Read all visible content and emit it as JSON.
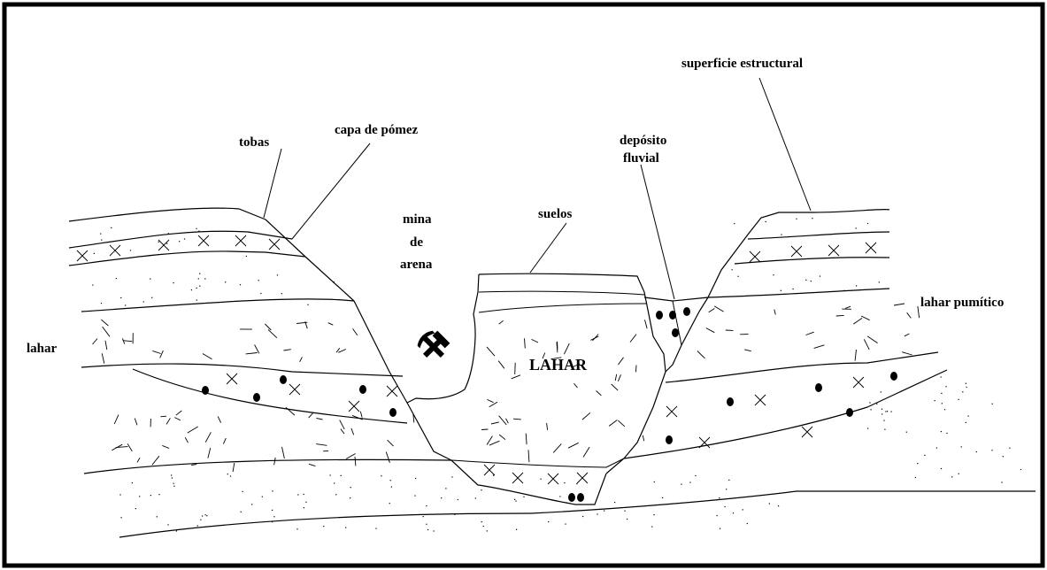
{
  "labels": {
    "superficie_estructural": "superficie estructural",
    "capa_de_pomez": "capa de pómez",
    "tobas": "tobas",
    "deposito": "depósito",
    "fluvial": "fluvial",
    "mina": "mina",
    "de": "de",
    "arena": "arena",
    "suelos": "suelos",
    "lahar_pumitico": "lahar pumítico",
    "lahar": "lahar",
    "lahar_center": "LAHAR"
  },
  "icons": {
    "mine": "hammer-pick-icon"
  },
  "colors": {
    "ink": "#000000",
    "background": "#ffffff",
    "frame": "#000000"
  }
}
